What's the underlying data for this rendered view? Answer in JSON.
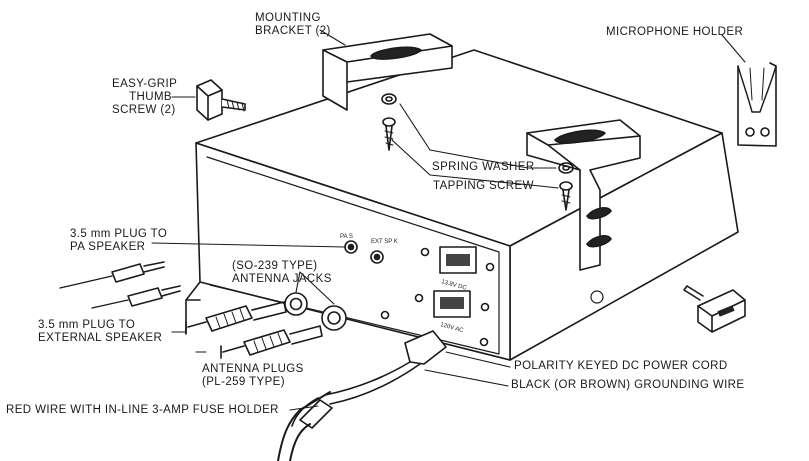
{
  "labels": {
    "mounting_bracket": [
      "MOUNTING",
      "BRACKET (2)"
    ],
    "microphone_holder": "MICROPHONE HOLDER",
    "thumb_screw": [
      "EASY-GRIP",
      "THUMB",
      "SCREW (2)"
    ],
    "spring_washer": "SPRING WASHER",
    "tapping_screw": "TAPPING SCREW",
    "pa_plug": [
      "3.5 mm PLUG TO",
      "PA SPEAKER"
    ],
    "antenna_jacks": [
      "(SO-239 TYPE)",
      "ANTENNA JACKS"
    ],
    "ext_plug": [
      "3.5 mm PLUG TO",
      "EXTERNAL SPEAKER"
    ],
    "antenna_plugs": [
      "ANTENNA PLUGS",
      "(PL-259 TYPE)"
    ],
    "power_cord": "POLARITY KEYED DC POWER CORD",
    "ground_wire": "BLACK (OR BROWN) GROUNDING WIRE",
    "red_wire": "RED WIRE WITH IN-LINE 3-AMP FUSE HOLDER"
  },
  "panel_marks": {
    "pa": "PA S",
    "ext": "EXT SP K",
    "dc": "13.8V DC",
    "ac": "120V AC"
  }
}
